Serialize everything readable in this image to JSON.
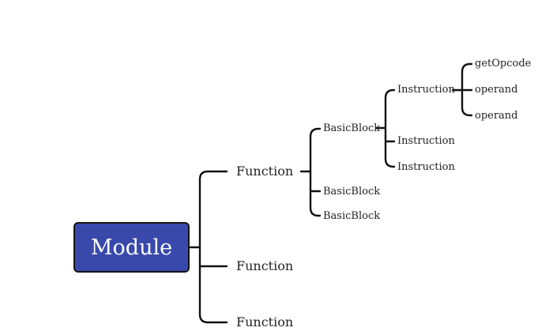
{
  "diagram": {
    "root": {
      "label": "Module",
      "fill": "#3949ab",
      "text_color": "#ffffff"
    },
    "functions": [
      {
        "label": "Function",
        "basic_blocks": [
          {
            "label": "BasicBlock",
            "instructions": [
              {
                "label": "Instruction",
                "children": [
                  "getOpcode",
                  "operand",
                  "operand"
                ]
              },
              {
                "label": "Instruction",
                "children": []
              },
              {
                "label": "Instruction",
                "children": []
              }
            ]
          },
          {
            "label": "BasicBlock",
            "instructions": []
          },
          {
            "label": "BasicBlock",
            "instructions": []
          }
        ]
      },
      {
        "label": "Function",
        "basic_blocks": []
      },
      {
        "label": "Function",
        "basic_blocks": []
      }
    ],
    "connector_color": "#111111"
  }
}
